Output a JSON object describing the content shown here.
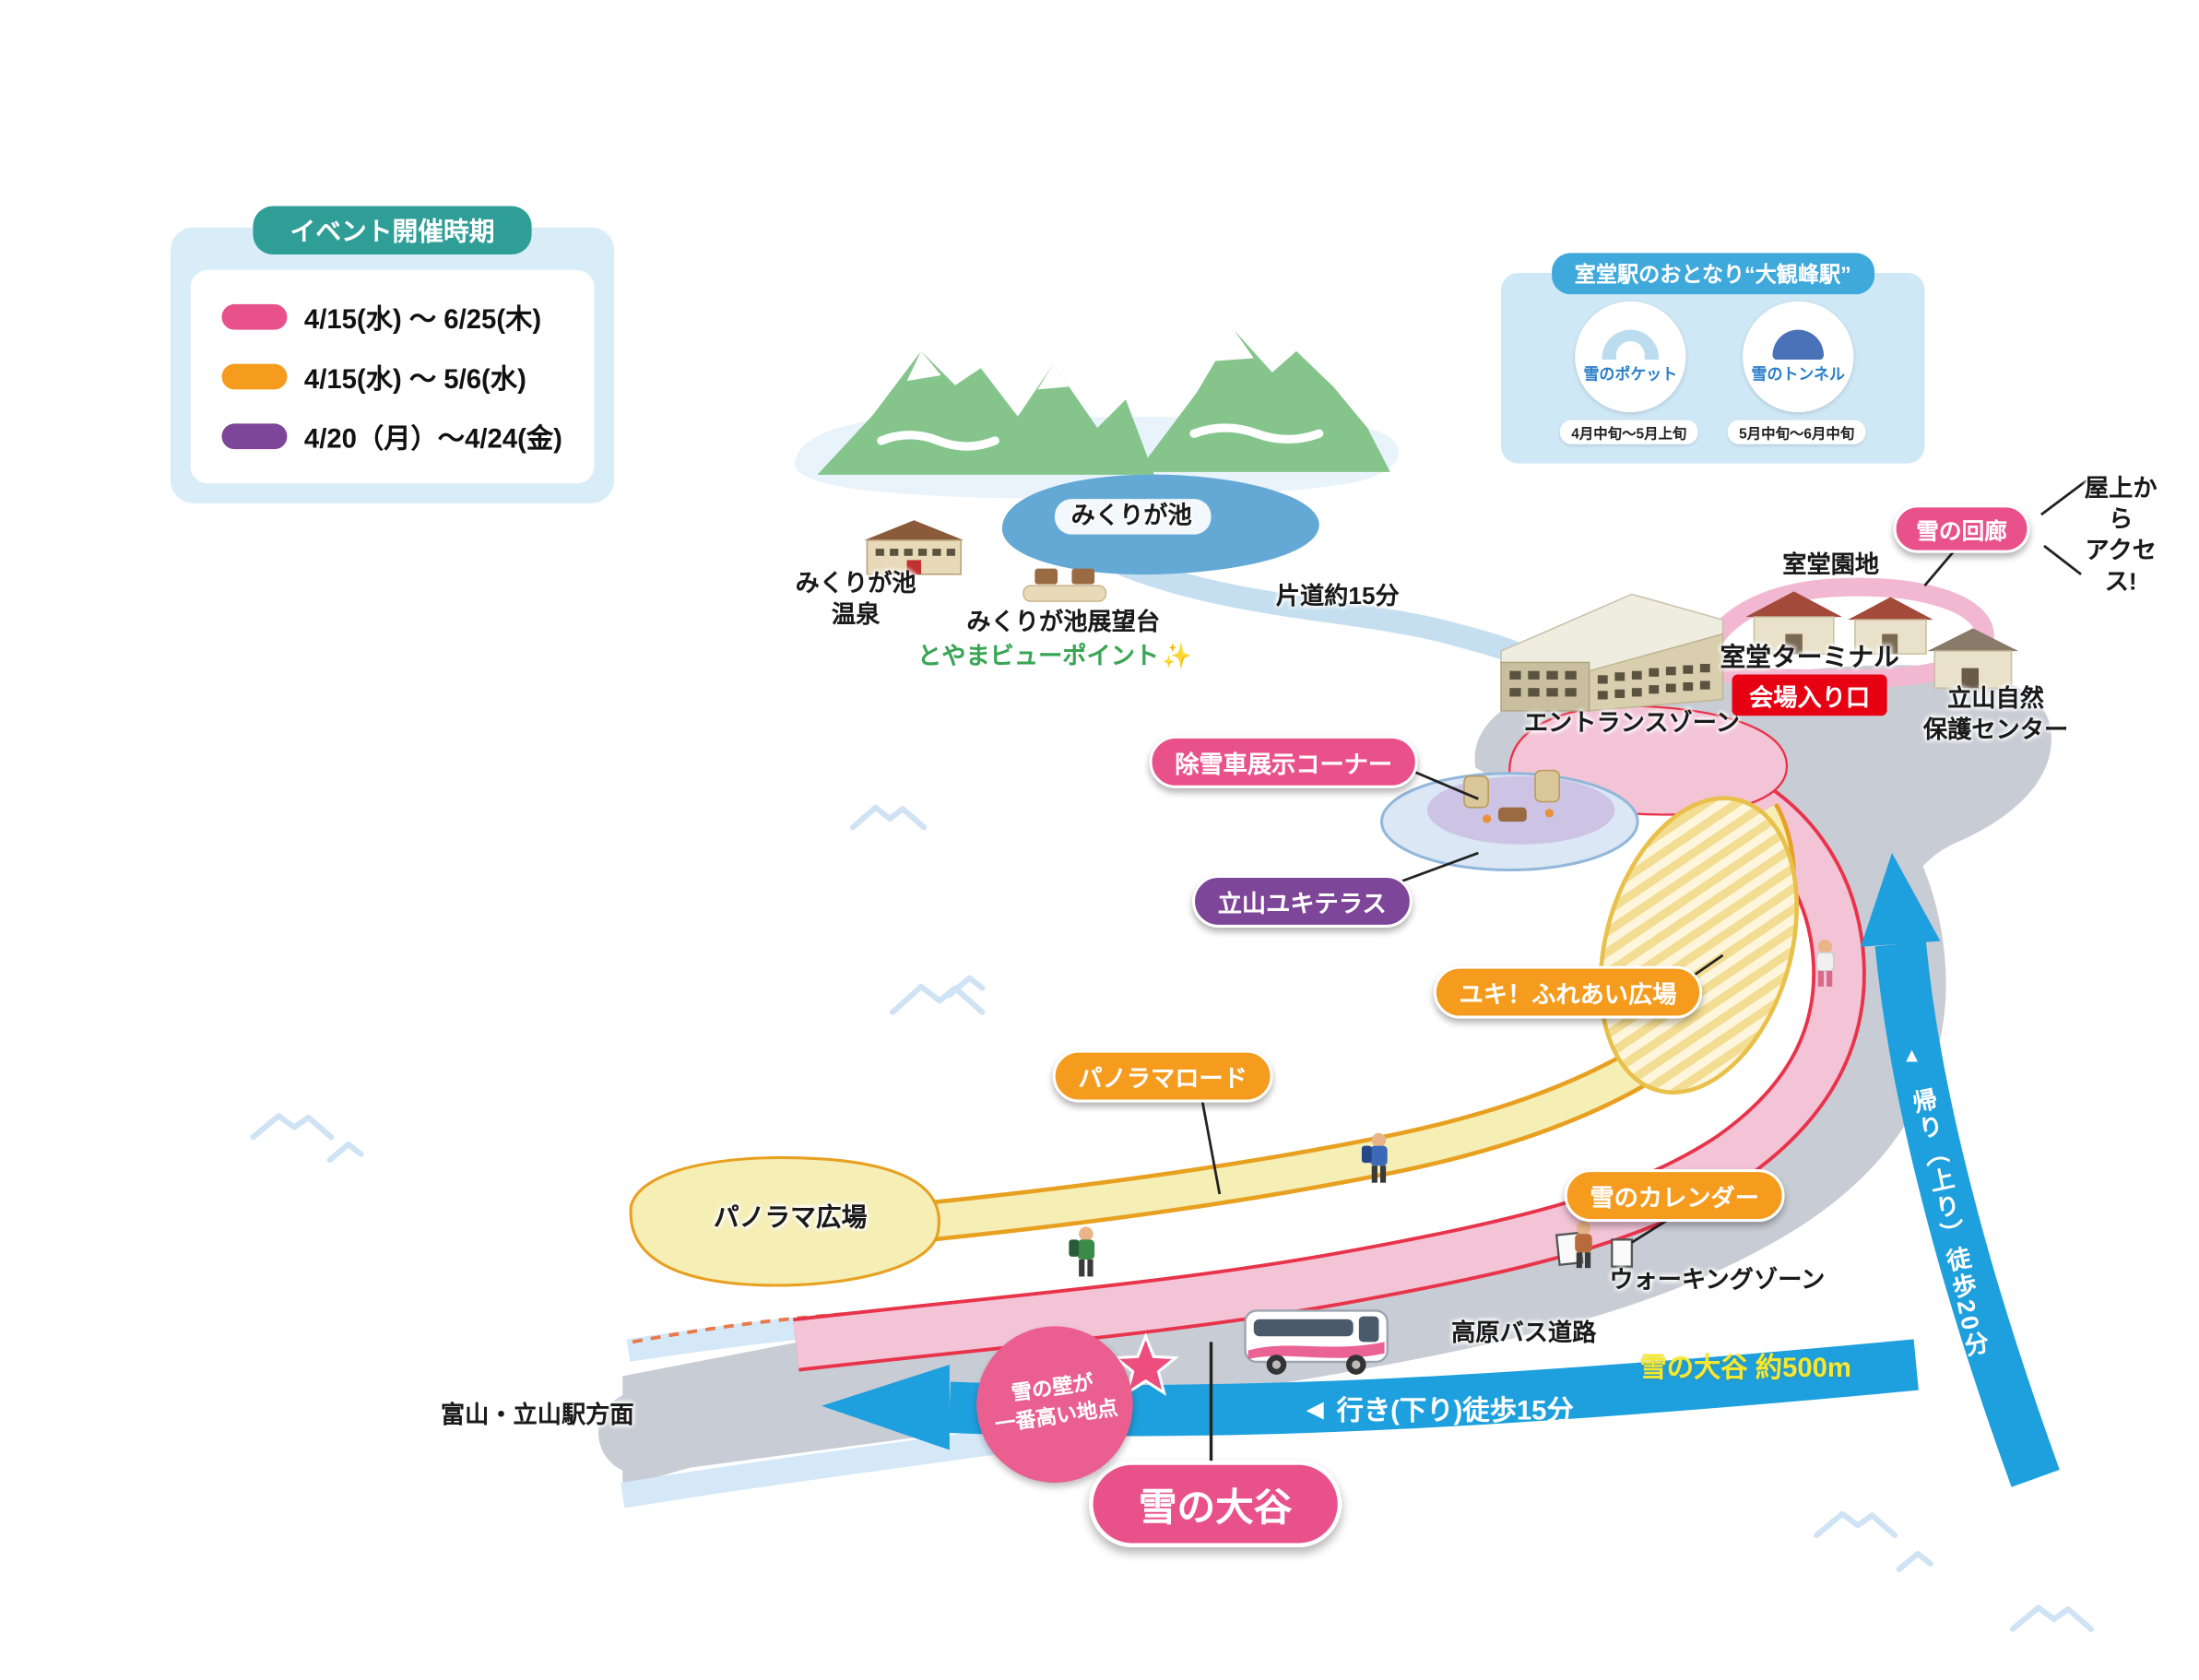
{
  "legend": {
    "title": "イベント開催時期",
    "items": [
      {
        "color": "#e9518a",
        "label": "4/15(水) ～ 6/25(木)"
      },
      {
        "color": "#f59b1e",
        "label": "4/15(水) ～ 5/6(水)"
      },
      {
        "color": "#7d4698",
        "label": "4/20（月）～4/24(金)"
      }
    ]
  },
  "neighbor": {
    "title": "室堂駅のおとなり“大観峰駅”",
    "badges": [
      {
        "name": "雪のポケット",
        "period": "4月中旬～5月上旬"
      },
      {
        "name": "雪のトンネル",
        "period": "5月中旬～6月中旬"
      }
    ]
  },
  "map": {
    "mikurigaike": "みくりが池",
    "mikurigaike_onsen": "みくりが池\n温泉",
    "observatory": "みくりが池展望台",
    "viewpoint": "とやまビューポイント",
    "sparkles": "✨",
    "one_way": "片道約15分",
    "murodo_enchi": "室堂園地",
    "terminal": "室堂ターミナル",
    "entrance_badge": "会場入り口",
    "nature_center": "立山自然\n保護センター",
    "entrance_zone": "エントランスゾーン",
    "rooftop_access": "屋上から\nアクセス!",
    "snow_corridor": "雪の回廊",
    "snowplow_corner": "除雪車展示コーナー",
    "yuki_terrace": "立山ユキテラス",
    "fureai_plaza": "ユキ！ふれあい広場",
    "panorama_road": "パノラマロード",
    "panorama_plaza": "パノラマ広場",
    "snow_calendar": "雪のカレンダー",
    "walking_zone": "ウォーキングゾーン",
    "bus_road": "高原バス道路",
    "go_walk": "行き(下り)徒歩15分",
    "return_walk": "帰り（上り）徒歩20分",
    "otani_length": "雪の大谷 約500m",
    "highest_point": "雪の壁が\n一番高い地点",
    "toyama_direction": "富山・立山駅方面",
    "yuki_no_otani": "雪の大谷"
  },
  "icons": {
    "arrow_left": "◀",
    "arrow_up": "▲"
  },
  "colors": {
    "pink": "#e9518a",
    "orange": "#f59b1e",
    "purple": "#7d4698",
    "teal": "#2e9e97",
    "panel_blue": "#3fa9dc",
    "red": "#e60012",
    "arrow_blue": "#1ea0de",
    "yellow_text": "#f6e832",
    "green_text": "#3aa655"
  }
}
